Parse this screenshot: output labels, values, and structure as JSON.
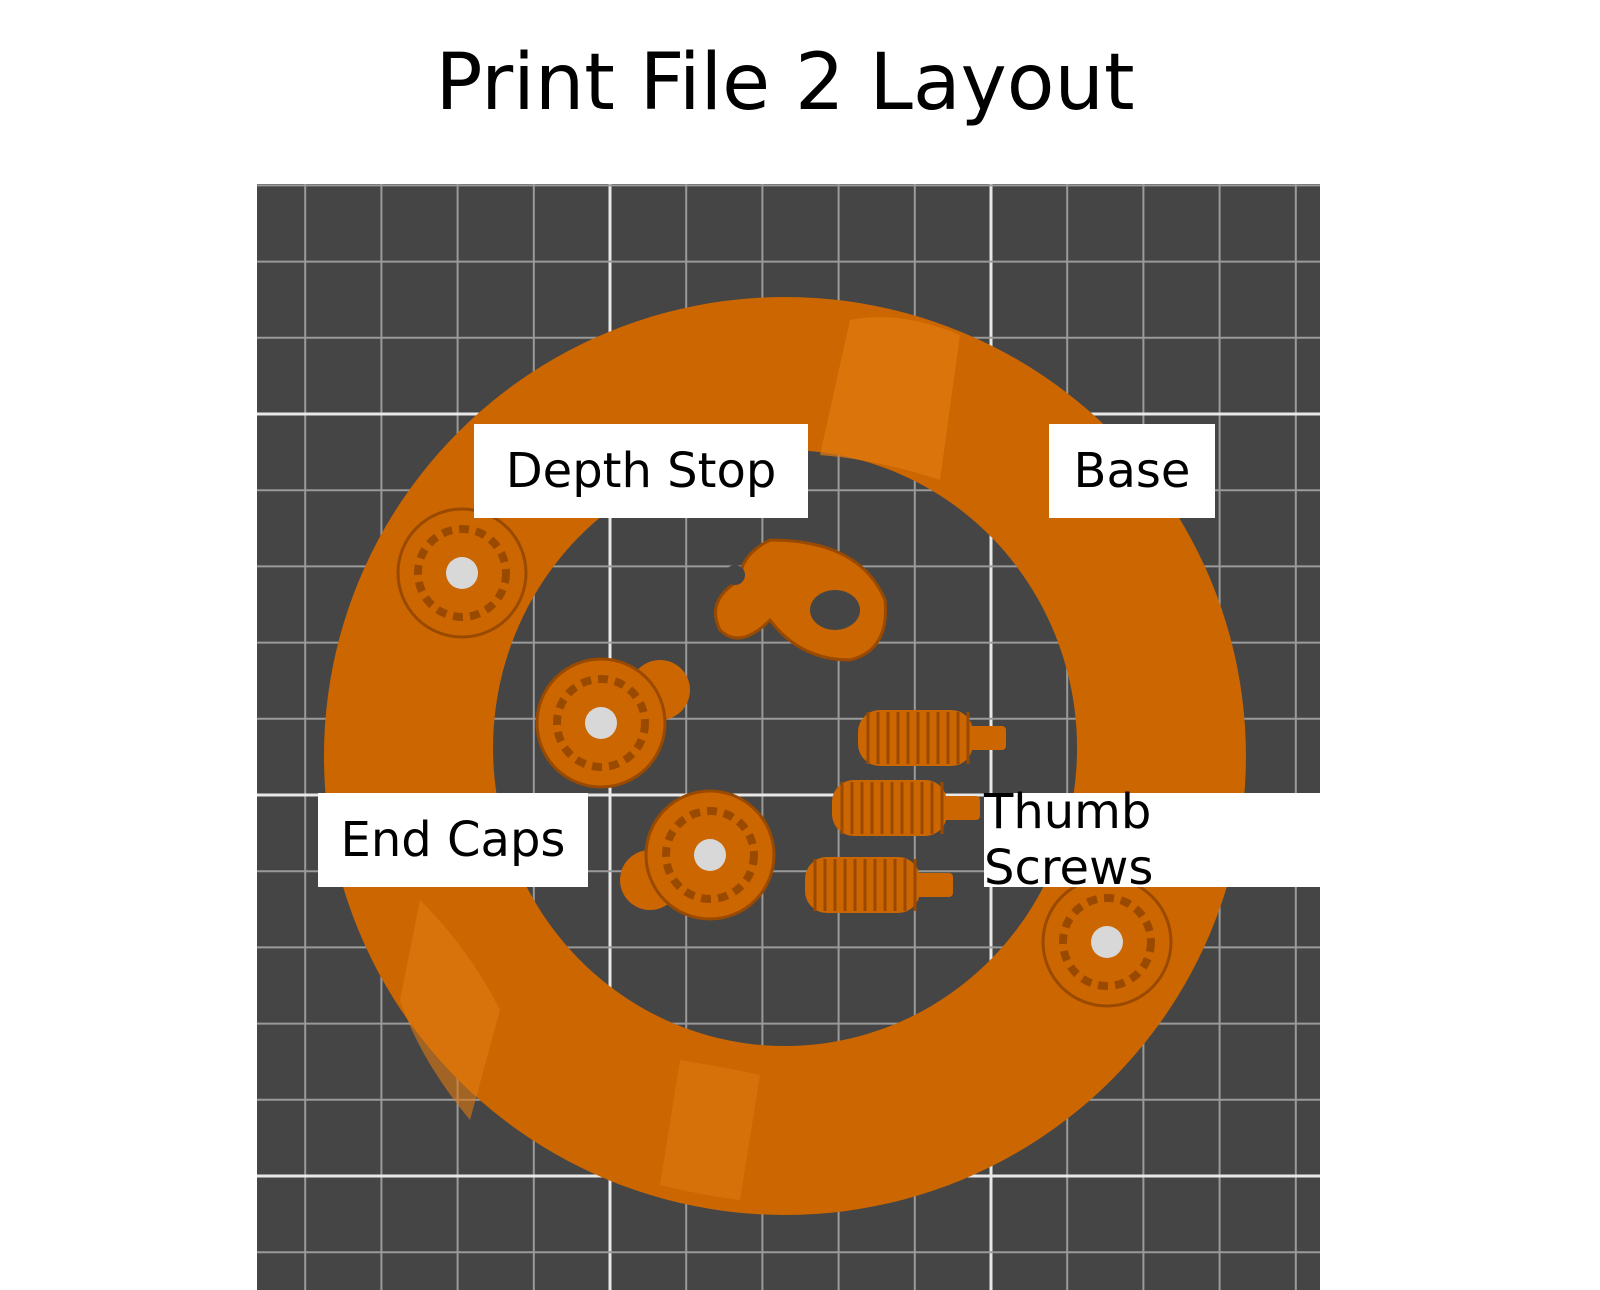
{
  "title": "Print File 2 Layout",
  "labels": {
    "depth_stop": "Depth Stop",
    "base": "Base",
    "end_caps": "End Caps",
    "thumb_screws": "Thumb Screws"
  },
  "colors": {
    "bed": "#454545",
    "grid_minor": "#9a9a9a",
    "grid_major": "#e8e8e8",
    "part": "#cc6600",
    "part_light": "#e07a10",
    "part_dark": "#9a4a00"
  }
}
